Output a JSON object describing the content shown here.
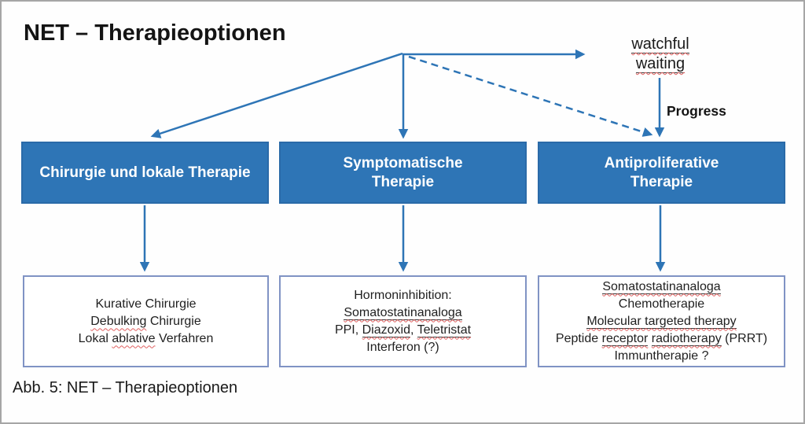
{
  "title": "NET – Therapieoptionen",
  "caption": "Abb. 5: NET – Therapieoptionen",
  "progress_label": "Progress",
  "colors": {
    "accent": "#2e75b6",
    "box_border": "#2a6aa8",
    "detail_border": "#8093c4",
    "squiggle": "#e06060"
  },
  "watchful_waiting": {
    "lines": [
      [
        {
          "t": "watchful",
          "u": true,
          "sp": true
        }
      ],
      [
        {
          "t": "waiting",
          "u": true,
          "sp": true
        }
      ]
    ]
  },
  "top_boxes": [
    {
      "lines": [
        [
          {
            "t": "Chirurgie und lokale Therapie"
          }
        ]
      ]
    },
    {
      "lines": [
        [
          {
            "t": "Symptomatische"
          }
        ],
        [
          {
            "t": "Therapie"
          }
        ]
      ]
    },
    {
      "lines": [
        [
          {
            "t": "Antiproliferative"
          }
        ],
        [
          {
            "t": "Therapie"
          }
        ]
      ]
    }
  ],
  "detail_boxes": [
    {
      "lines": [
        [
          {
            "t": "Kurative Chirurgie"
          }
        ],
        [
          {
            "t": "Debulking",
            "sp": true
          },
          {
            "t": " Chirurgie"
          }
        ],
        [
          {
            "t": "Lokal "
          },
          {
            "t": "ablative",
            "sp": true
          },
          {
            "t": " Verfahren"
          }
        ]
      ]
    },
    {
      "lines": [
        [
          {
            "t": "Hormoninhibition:"
          }
        ],
        [
          {
            "t": "Somatostatinanaloga",
            "u": true,
            "sp": true
          }
        ],
        [
          {
            "t": "PPI, "
          },
          {
            "t": "Diazoxid",
            "u": true,
            "sp": true
          },
          {
            "t": ", "
          },
          {
            "t": "Teletristat",
            "u": true,
            "sp": true
          }
        ],
        [
          {
            "t": "Interferon (?)"
          }
        ]
      ]
    },
    {
      "lines": [
        [
          {
            "t": "Somatostatinanaloga",
            "u": true,
            "sp": true
          }
        ],
        [
          {
            "t": "Chemotherapie"
          }
        ],
        [
          {
            "t": "Molecular targeted therapy",
            "u": true,
            "sp": true
          }
        ],
        [
          {
            "t": "Peptide "
          },
          {
            "t": "receptor",
            "u": true,
            "sp": true
          },
          {
            "t": " "
          },
          {
            "t": "radiotherapy",
            "u": true,
            "sp": true
          },
          {
            "t": " (PRRT)"
          }
        ],
        [
          {
            "t": "Immuntherapie ?"
          }
        ]
      ]
    }
  ]
}
